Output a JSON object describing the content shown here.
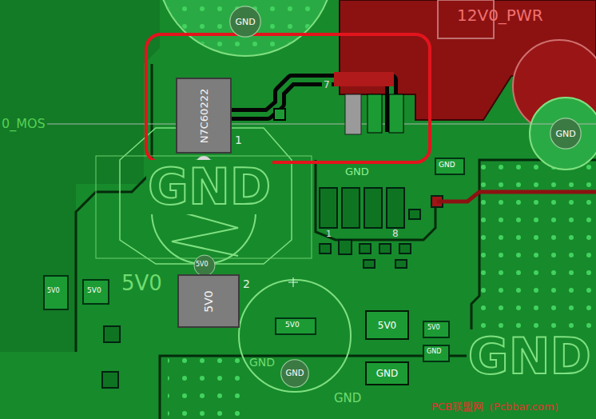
{
  "diagram": {
    "nodes": [
      {
        "text": [
          "GND"
        ]
      },
      {
        "text": [
          "N7C60222"
        ]
      },
      {
        "text": [
          "GND"
        ]
      },
      {
        "text": [
          "5V0"
        ]
      },
      {
        "text": [
          "5V0"
        ]
      },
      {
        "text": [
          "GND"
        ]
      },
      {
        "text": [
          "GND"
        ]
      }
    ],
    "labels": [
      "12V0_PWR",
      "0_MOS",
      "1",
      "7",
      "GND",
      "GND",
      "GND",
      "5V0",
      "5V0",
      "2",
      "1",
      "8",
      "5V0",
      "5V0",
      "5V0",
      "5V0",
      "GND",
      "GND",
      "GND",
      "GND",
      "PCB联盟网（Pcbbar.com）"
    ]
  }
}
